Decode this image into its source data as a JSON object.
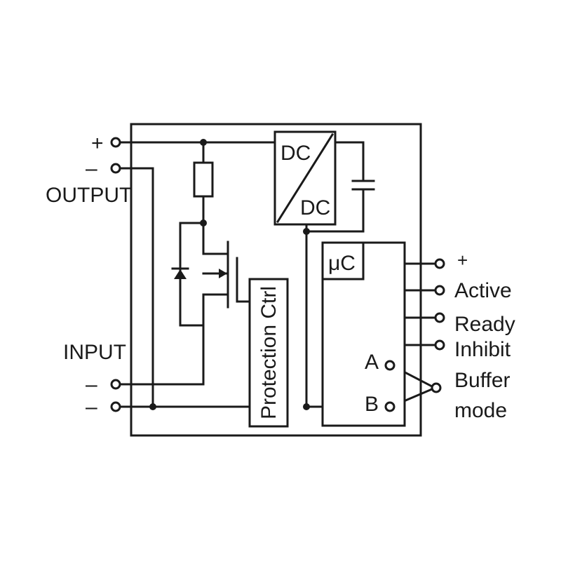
{
  "output": {
    "label": "OUTPUT",
    "plus": "+",
    "minus": "–"
  },
  "input": {
    "label": "INPUT",
    "minus_1": "–",
    "minus_2": "–"
  },
  "converter": {
    "top": "DC",
    "bottom": "DC"
  },
  "protection": {
    "label": "Protection Ctrl"
  },
  "mcu": {
    "label": "μC",
    "pin_a": "A",
    "pin_b": "B"
  },
  "signals": {
    "plus": "+",
    "active": "Active",
    "ready": "Ready",
    "inhibit": "Inhibit",
    "buffer_1": "Buffer",
    "buffer_2": "mode"
  }
}
